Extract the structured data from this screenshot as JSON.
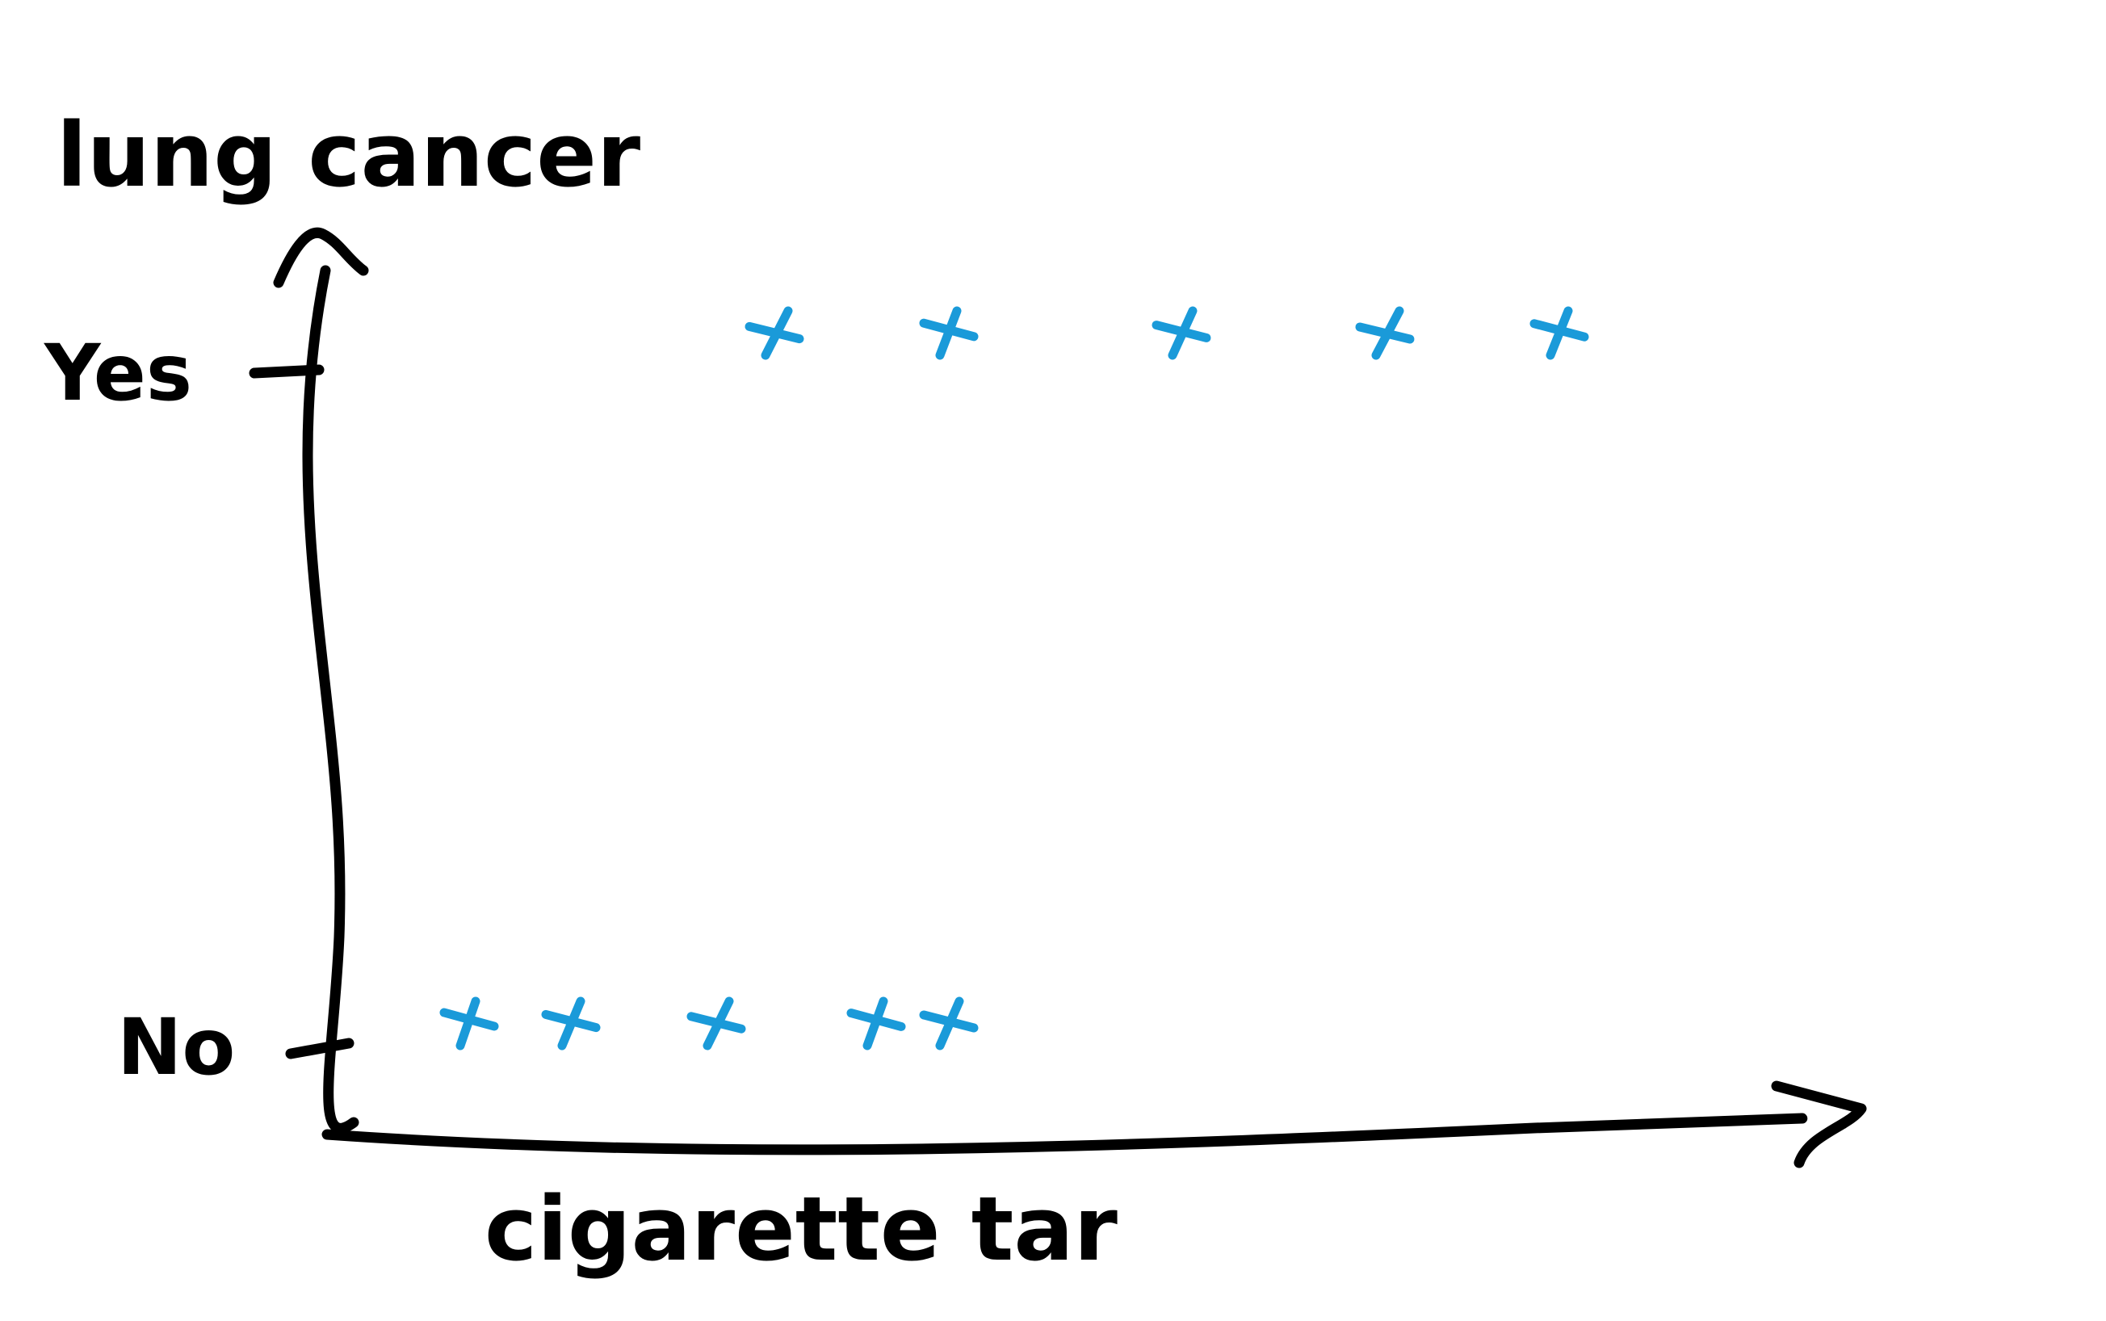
{
  "chart_data": {
    "type": "scatter",
    "title": "",
    "xlabel": "cigarette tar",
    "ylabel": "lung cancer",
    "y_categories": [
      "No",
      "Yes"
    ],
    "xlim": [
      0,
      10
    ],
    "series": [
      {
        "points": [
          {
            "x": 1.0,
            "y": "No"
          },
          {
            "x": 1.7,
            "y": "No"
          },
          {
            "x": 2.7,
            "y": "No"
          },
          {
            "x": 3.8,
            "y": "No"
          },
          {
            "x": 4.3,
            "y": "No"
          },
          {
            "x": 3.1,
            "y": "Yes"
          },
          {
            "x": 4.3,
            "y": "Yes"
          },
          {
            "x": 5.9,
            "y": "Yes"
          },
          {
            "x": 7.3,
            "y": "Yes"
          },
          {
            "x": 8.5,
            "y": "Yes"
          }
        ]
      }
    ],
    "grid": false,
    "legend": "none"
  },
  "colors": {
    "axis": "#000000",
    "marker": "#1a9ad9",
    "background": "#ffffff"
  }
}
